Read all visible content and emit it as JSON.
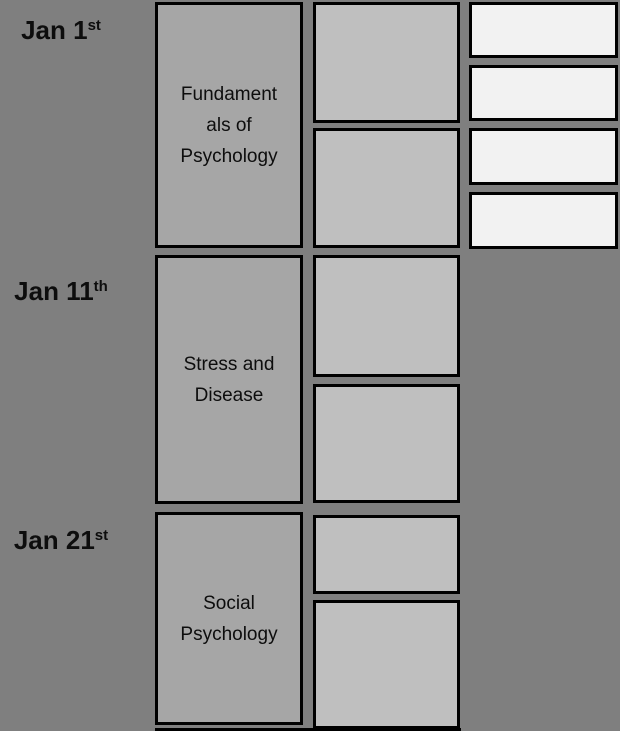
{
  "colors": {
    "background": "#7f7f7f",
    "course_box_fill": "#a6a6a6",
    "session_box_fill": "#bfbfbf",
    "task_box_fill": "#f2f2f2",
    "border": "#000000",
    "text": "#0d0d0d"
  },
  "sections": [
    {
      "date": {
        "text": "Jan 1",
        "ordinal": "st"
      },
      "course_label": "Fundament\nals of\nPsychology"
    },
    {
      "date": {
        "text": "Jan 11",
        "ordinal": "th"
      },
      "course_label": "Stress and\nDisease"
    },
    {
      "date": {
        "text": "Jan 21",
        "ordinal": "st"
      },
      "course_label": "Social\nPsychology"
    }
  ]
}
